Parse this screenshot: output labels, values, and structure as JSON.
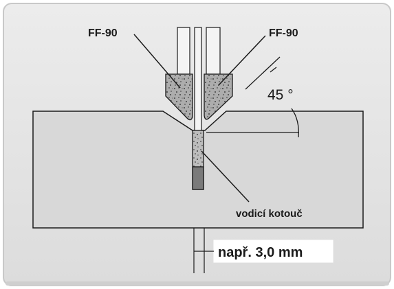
{
  "labels": {
    "left_blade": "FF-90",
    "right_blade": "FF-90",
    "angle": "45 °",
    "guide_disc": "vodicí kotouč",
    "dimension": "např. 3,0 mm"
  },
  "colors": {
    "background": "#e4e4e4",
    "workpiece": "#d8d8d8",
    "blade": "#a9a9a9",
    "shank": "#f4f4f4",
    "label_box": "#ffffff",
    "line": "#1a1a1a"
  }
}
